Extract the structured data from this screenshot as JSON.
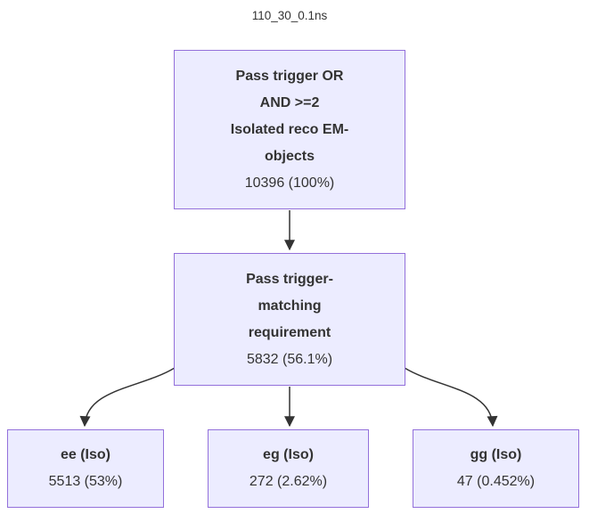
{
  "title": "110_30_0.1ns",
  "colors": {
    "node_fill": "#ECECFF",
    "node_border": "#9370DB",
    "arrow": "#333333",
    "text": "#333333"
  },
  "nodes": {
    "root": {
      "label": "Pass trigger OR\nAND >=2\nIsolated reco EM-\nobjects",
      "count": "10396 (100%)"
    },
    "match": {
      "label": "Pass trigger-\nmatching\nrequirement",
      "count": "5832 (56.1%)"
    },
    "ee": {
      "label": "ee (Iso)",
      "count": "5513 (53%)"
    },
    "eg": {
      "label": "eg (Iso)",
      "count": "272 (2.62%)"
    },
    "gg": {
      "label": "gg (Iso)",
      "count": "47 (0.452%)"
    }
  },
  "edges": [
    {
      "from": "root",
      "to": "match"
    },
    {
      "from": "match",
      "to": "ee"
    },
    {
      "from": "match",
      "to": "eg"
    },
    {
      "from": "match",
      "to": "gg"
    }
  ]
}
